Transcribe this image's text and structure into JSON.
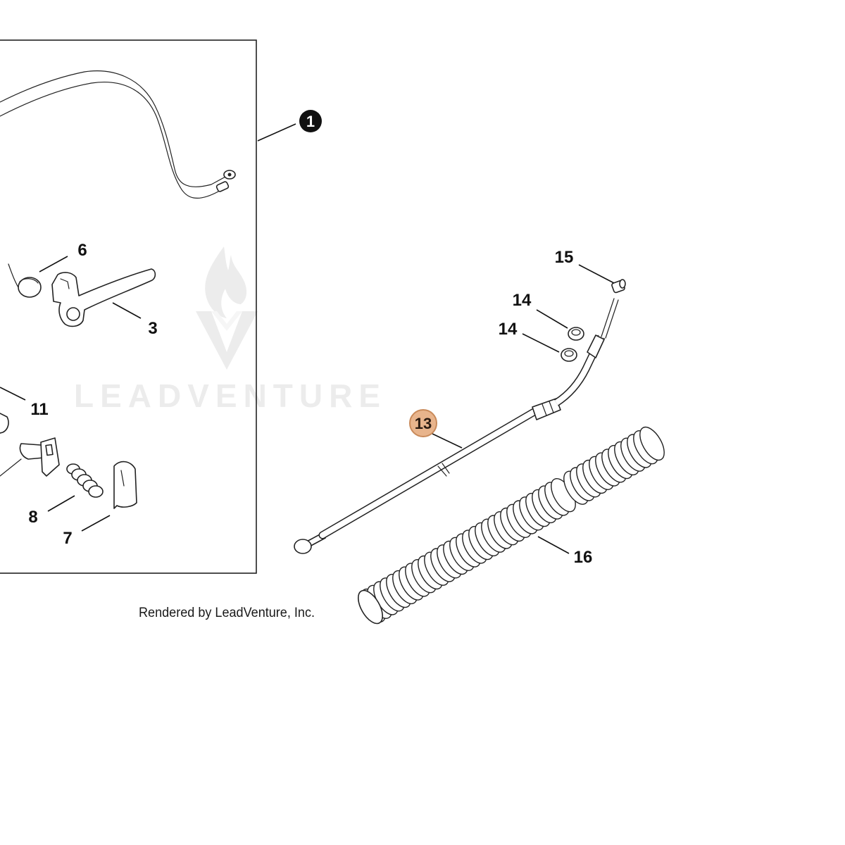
{
  "watermark": {
    "text": "LEADVENTURE"
  },
  "credit": {
    "text": "Rendered by LeadVenture, Inc."
  },
  "callouts": {
    "kit": "1",
    "part_6": "6",
    "part_3": "3",
    "part_11": "11",
    "part_8": "8",
    "part_7": "7",
    "part_15": "15",
    "part_14_upper": "14",
    "part_14_lower": "14",
    "part_13": "13",
    "part_16": "16"
  },
  "colors": {
    "highlight_fill": "#e8b48c",
    "highlight_stroke": "#c98a5a",
    "kit_badge": "#111111",
    "watermark": "#ececec"
  },
  "highlighted_part": "13"
}
